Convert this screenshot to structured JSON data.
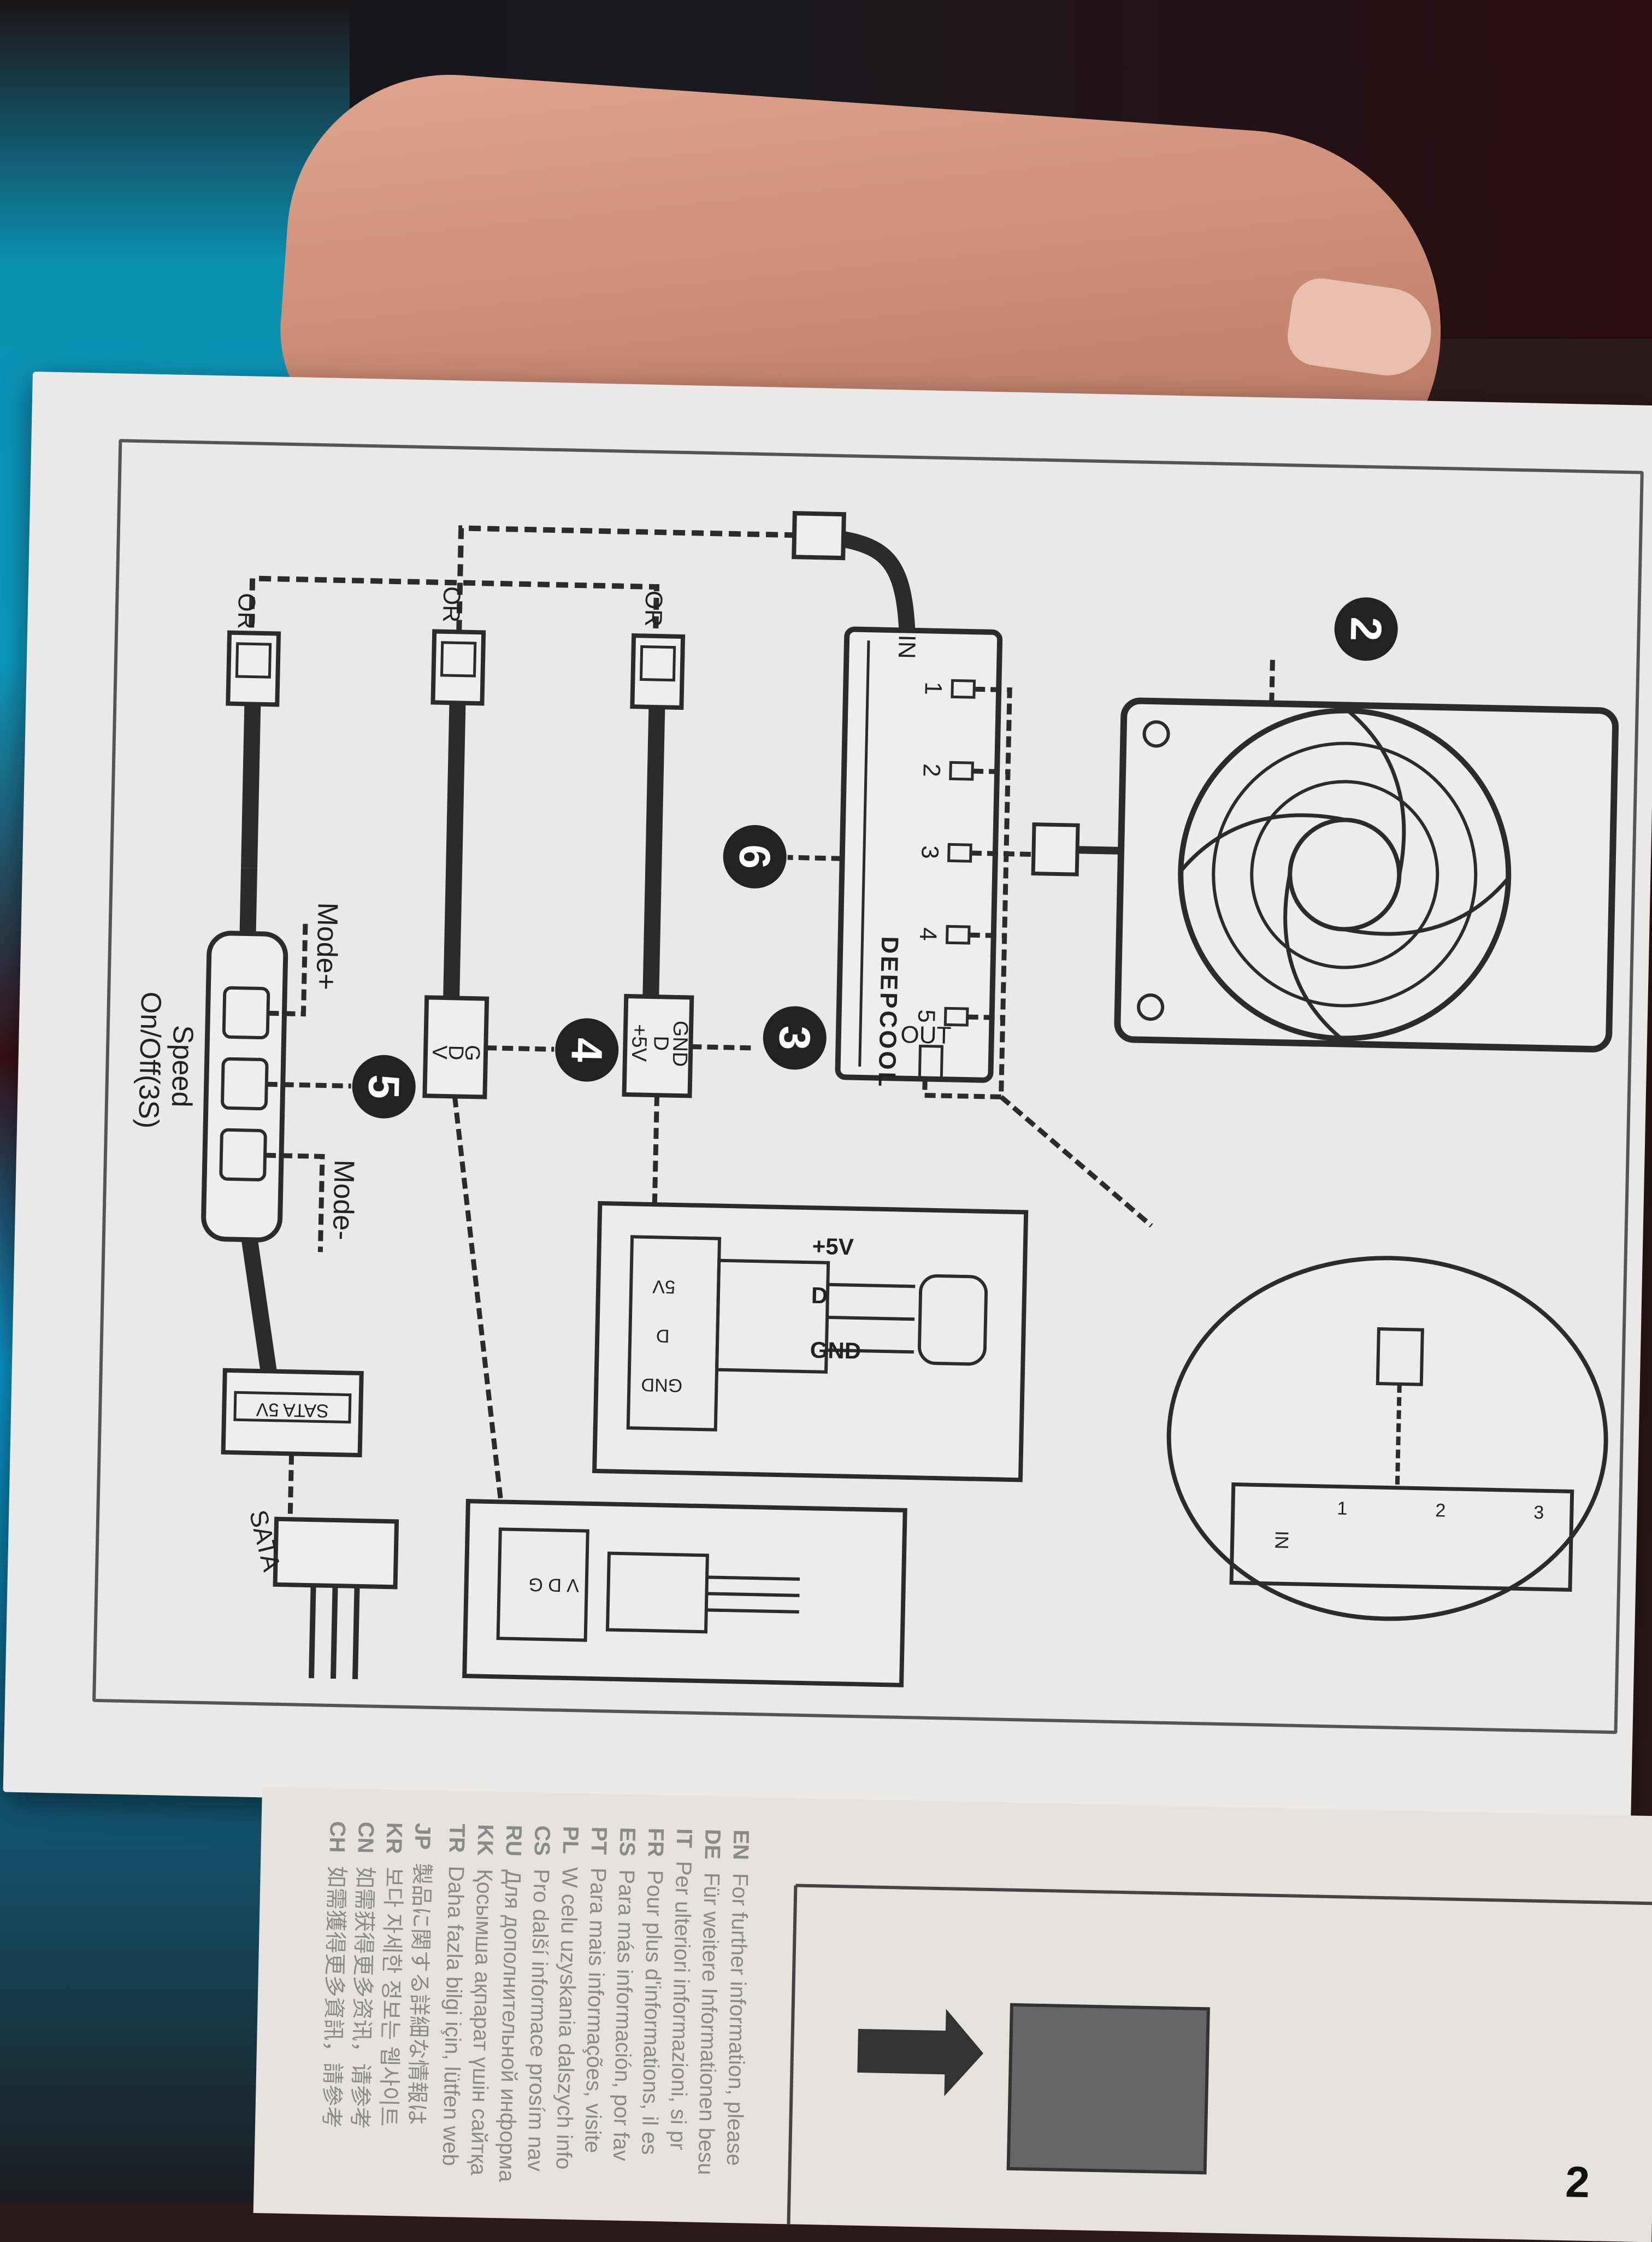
{
  "diagram": {
    "or_labels": [
      "OR",
      "OR",
      "OR"
    ],
    "controller": {
      "mode_plus": "Mode+",
      "mode_minus": "Mode-",
      "speed": "Speed",
      "on_off": "On/Off(3S)"
    },
    "callouts": [
      "2",
      "3",
      "4",
      "5",
      "6"
    ],
    "hub": {
      "brand": "DEEPCOOL",
      "in_label": "IN",
      "out_label": "OUT",
      "ports": [
        "1",
        "2",
        "3",
        "4",
        "5"
      ]
    },
    "connector_5v": {
      "p1": "+5V",
      "p2": "D",
      "p3": "GND"
    },
    "connector_v": {
      "p1": "V",
      "p2": "D",
      "p3": "G"
    },
    "inset_5v": {
      "p1": "+5V",
      "p2": "D",
      "p3": "GND",
      "h1": "5V",
      "h2": "D",
      "h3": "GND"
    },
    "inset_v": {
      "h": "V D G"
    },
    "sata_plug": "SATA 5V",
    "sata": "SATA",
    "inset_round": {
      "in_label": "IN",
      "ports": [
        "1",
        "2",
        "3"
      ]
    }
  },
  "bottom_page": {
    "step": "2",
    "languages": [
      {
        "code": "EN",
        "text": "For further information, please"
      },
      {
        "code": "DE",
        "text": "Für weitere Informationen besu"
      },
      {
        "code": "IT",
        "text": "Per ulteriori informazioni, si pr"
      },
      {
        "code": "FR",
        "text": "Pour plus d'informations, il es"
      },
      {
        "code": "ES",
        "text": "Para más información, por fav"
      },
      {
        "code": "PT",
        "text": "Para mais informações, visite"
      },
      {
        "code": "PL",
        "text": "W celu uzyskania dalszych info"
      },
      {
        "code": "CS",
        "text": "Pro další informace prosím nav"
      },
      {
        "code": "RU",
        "text": "Для дополнительной информа"
      },
      {
        "code": "KK",
        "text": "Қосымша ақпарат үшін сайтқа"
      },
      {
        "code": "TR",
        "text": "Daha fazla bilgi için, lütfen web"
      },
      {
        "code": "JP",
        "text": "製品に関する詳細な情報は"
      },
      {
        "code": "KR",
        "text": "보다 자세한 정보는 웹사이트"
      },
      {
        "code": "CN",
        "text": "如需获得更多资讯，请参考"
      },
      {
        "code": "CH",
        "text": "如需獲得更多資訊，請參考"
      }
    ]
  },
  "colors": {
    "ink": "#2b2b2b",
    "paper": "#ebe9e7",
    "callout": "#222222"
  }
}
